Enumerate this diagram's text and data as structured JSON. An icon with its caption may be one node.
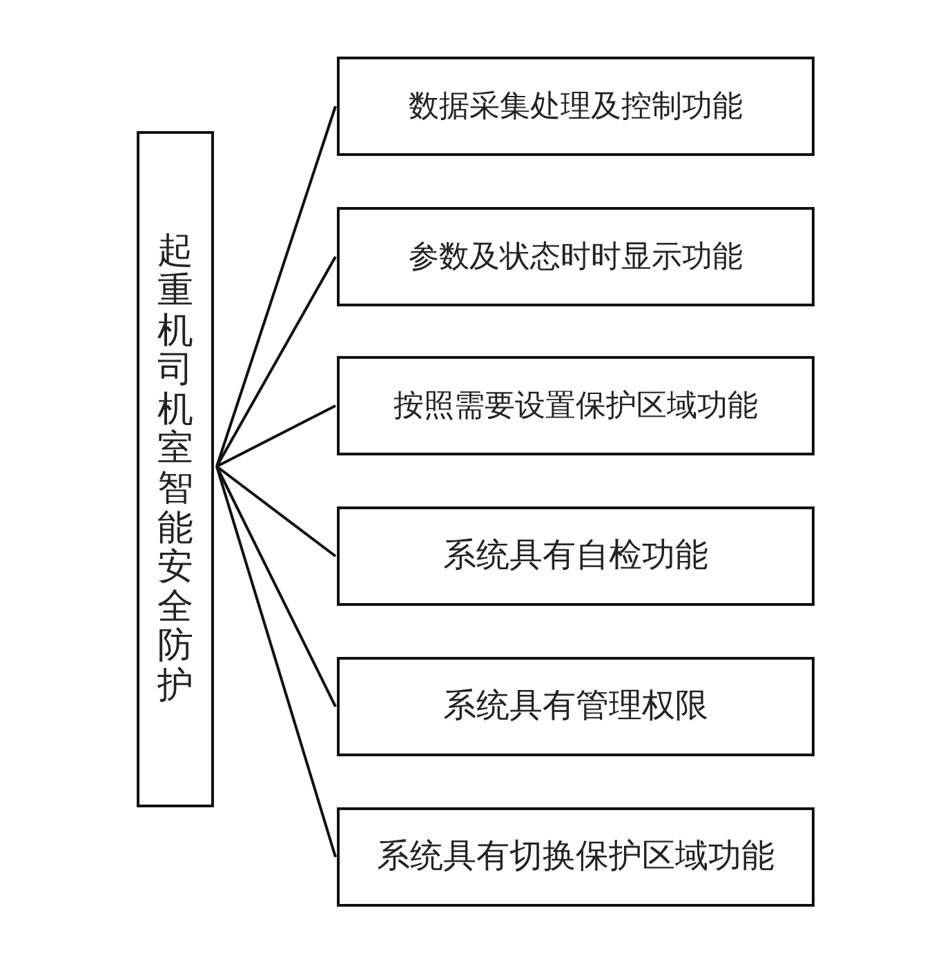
{
  "diagram": {
    "nodes": [
      {
        "text": [
          "起重机司机室智能安全防护"
        ]
      },
      {
        "text": [
          "数据采集处理及控制功能"
        ]
      },
      {
        "text": [
          "参数及状态时时显示功能"
        ]
      },
      {
        "text": [
          "按照需要设置保护区域功能"
        ]
      },
      {
        "text": [
          "系统具有自检功能"
        ]
      },
      {
        "text": [
          "系统具有管理权限"
        ]
      },
      {
        "text": [
          "系统具有切换保护区域功能"
        ]
      }
    ],
    "edges": [
      {
        "from": 0,
        "to": 1,
        "arrow": "none"
      },
      {
        "from": 0,
        "to": 2,
        "arrow": "none"
      },
      {
        "from": 0,
        "to": 3,
        "arrow": "none"
      },
      {
        "from": 0,
        "to": 4,
        "arrow": "none"
      },
      {
        "from": 0,
        "to": 5,
        "arrow": "none"
      },
      {
        "from": 0,
        "to": 6,
        "arrow": "none"
      }
    ]
  }
}
